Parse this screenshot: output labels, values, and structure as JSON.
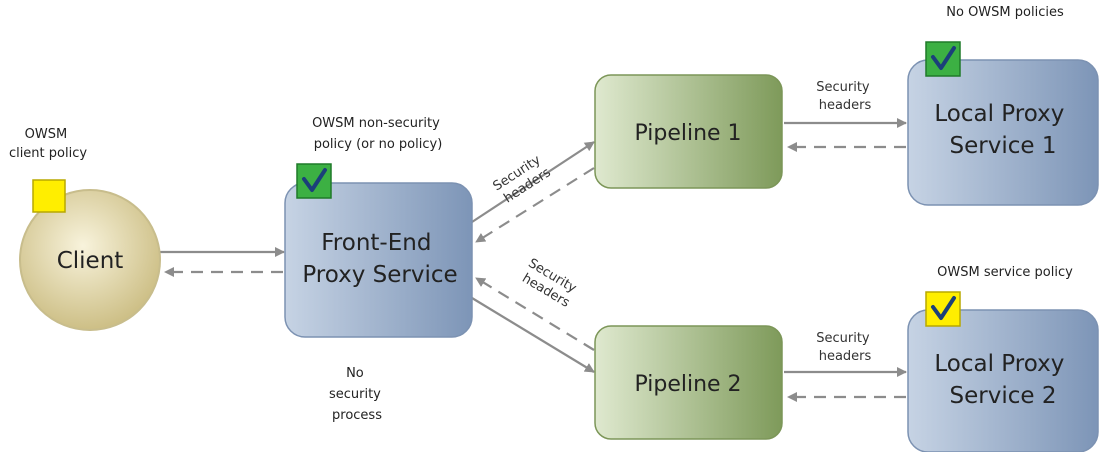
{
  "nodes": {
    "client": {
      "label": "Client"
    },
    "frontend": {
      "line1": "Front-End",
      "line2": "Proxy Service"
    },
    "pipeline1": {
      "label": "Pipeline 1"
    },
    "pipeline2": {
      "label": "Pipeline 2"
    },
    "local1": {
      "line1": "Local Proxy",
      "line2": "Service 1"
    },
    "local2": {
      "line1": "Local Proxy",
      "line2": "Service 2"
    }
  },
  "annotations": {
    "client_policy": {
      "line1": "OWSM",
      "line2": "client policy"
    },
    "frontend_policy": {
      "line1": "OWSM non-security",
      "line2": "policy (or no policy)"
    },
    "no_security": {
      "line1": "No",
      "line2": "security",
      "line3": "process"
    },
    "local1_policy": "No OWSM policies",
    "local2_policy": "OWSM service policy"
  },
  "arrow_labels": {
    "sec_to_p1": {
      "line1": "Security",
      "line2": "headers"
    },
    "sec_from_p2": {
      "line1": "Security",
      "line2": "headers"
    },
    "sec_p1_local": {
      "line1": "Security",
      "line2": "headers"
    },
    "sec_p2_local": {
      "line1": "Security",
      "line2": "headers"
    }
  },
  "icons": {
    "client_policy": "yellow-square-icon",
    "frontend_policy": "green-check-icon",
    "local1_policy": "green-check-icon",
    "local2_policy": "yellow-check-icon"
  },
  "colors": {
    "client_fill": "#e6dcae",
    "proxy_fill": "#9fb4cf",
    "pipeline_fill": "#a3bb85",
    "arrow": "#8c8c8c",
    "green_badge": "#3cb043",
    "yellow_badge": "#ffee00",
    "check": "#1b3f7a"
  }
}
